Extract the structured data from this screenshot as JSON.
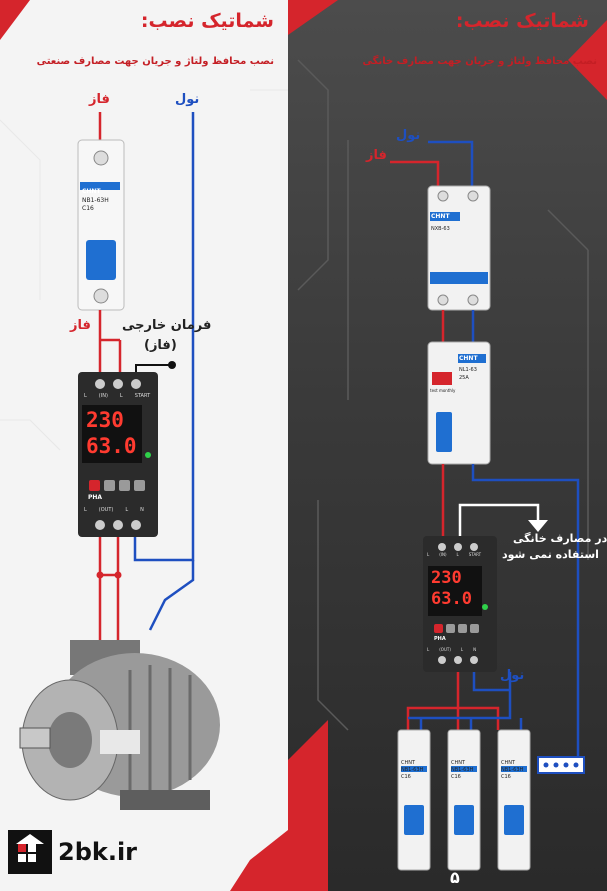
{
  "left": {
    "title": "شماتیک نصب:",
    "subtitle": "نصب محافظ ولتاژ و جریان جهت مصارف صنعتی",
    "label_phase_top": "فاز",
    "label_neutral": "نول",
    "label_phase_mid": "فاز",
    "label_external_cmd": "فرمان خارجی",
    "label_external_phase": "(فاز)",
    "breaker": {
      "brand": "CHNT",
      "model": "NB1-63H",
      "rating": "C16"
    },
    "protector": {
      "top_terminals": [
        "L",
        "(IN)",
        "L",
        "START"
      ],
      "display_top": "230",
      "display_bottom": "63.0",
      "bottom_terminals": [
        "L",
        "(OUT)",
        "L",
        "N"
      ],
      "brand": "PHA"
    }
  },
  "right": {
    "title": "شماتیک نصب:",
    "subtitle": "نصب محافظ ولتاژ و جریان جهت مصارف خانگی",
    "label_neutral": "نول",
    "label_phase": "فاز",
    "label_not_used_1": "در مصارف خانگی",
    "label_not_used_2": "استفاده نمی شود",
    "label_neutral_bus": "نول",
    "main_breaker": {
      "brand": "CHNT",
      "model": "NXB-63"
    },
    "rcd": {
      "brand": "CHNT",
      "model": "NL1-63",
      "rating": "25A",
      "button": "test monthly"
    },
    "protector": {
      "top_terminals": [
        "L",
        "(IN)",
        "L",
        "START"
      ],
      "display_top": "230",
      "display_bottom": "63.0",
      "bottom_terminals": [
        "L",
        "(OUT)",
        "L",
        "N"
      ],
      "brand": "PHA"
    },
    "small_breakers": [
      {
        "brand": "CHNT",
        "model": "NB1-63H",
        "rating": "C16"
      },
      {
        "brand": "CHNT",
        "model": "NB1-63H",
        "rating": "C16"
      },
      {
        "brand": "CHNT",
        "model": "NB1-63H",
        "rating": "C16"
      }
    ],
    "page_number": "۵"
  },
  "logo_text": "2bk.ir",
  "colors": {
    "phase": "#d5252c",
    "neutral": "#1e4fc0",
    "breaker_blue": "#1f6fd1"
  }
}
